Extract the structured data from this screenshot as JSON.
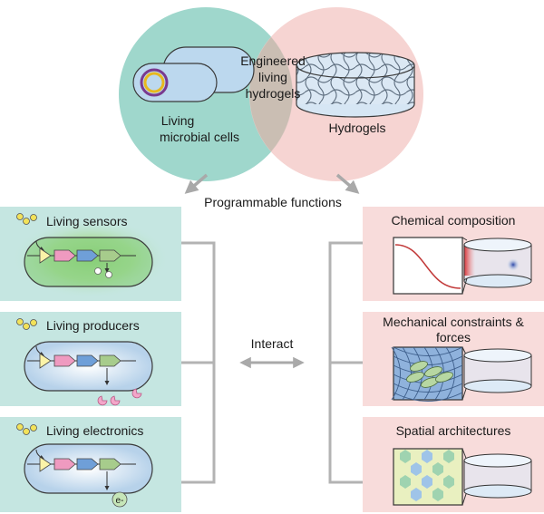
{
  "venn": {
    "cells_label_line1": "Living",
    "cells_label_line2": "microbial cells",
    "overlap_label_line1": "Engineered",
    "overlap_label_line2": "living",
    "overlap_label_line3": "hydrogels",
    "hydrogels_label": "Hydrogels"
  },
  "programmable_functions": "Programmable functions",
  "interact": "Interact",
  "left_panels": [
    {
      "title": "Living sensors",
      "extra": ""
    },
    {
      "title": "Living producers",
      "extra": ""
    },
    {
      "title": "Living electronics",
      "extra": "e-"
    }
  ],
  "right_panels": [
    {
      "title_line1": "Chemical composition",
      "title_line2": ""
    },
    {
      "title_line1": "Mechanical constraints &",
      "title_line2": "forces"
    },
    {
      "title_line1": "Spatial architectures",
      "title_line2": ""
    }
  ],
  "colors": {
    "teal": "#7fcabb",
    "teal_panel": "#c5e6e1",
    "pink": "#f4c9c7",
    "pink_panel": "#f8dcdb",
    "arrow_gray": "#a9a9a9",
    "gene_yellow": "#fbf3a8",
    "gene_pink": "#ef9ac0",
    "gene_blue": "#6f9fd8",
    "gene_green": "#a7cc8c"
  }
}
